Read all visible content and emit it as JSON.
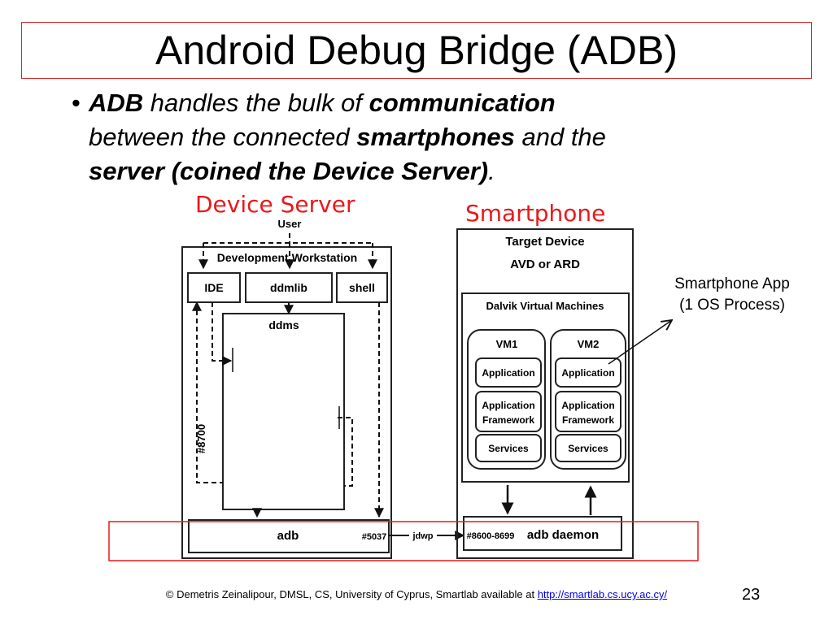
{
  "slide": {
    "title": "Android Debug Bridge (ADB)",
    "bullet_marker": "•",
    "bullet": {
      "p1": "ADB",
      "p2": " handles the bulk of ",
      "p3": "communication",
      "p4": " between the connected ",
      "p5": "smartphones",
      "p6": " and the ",
      "p7": "server (coined the Device Server)",
      "p8": "."
    },
    "page_number": "23"
  },
  "diagram": {
    "device_server_label": "Device Server",
    "smartphone_label": "Smartphone",
    "annotation_line1": "Smartphone App",
    "annotation_line2": "(1 OS Process)",
    "user": "User",
    "dev_workstation": "Development  Workstation",
    "ide": "IDE",
    "ddmlib": "ddmlib",
    "shell": "shell",
    "ddms": "ddms",
    "port_8700": "#8700",
    "adb": "adb",
    "port_5037": "#5037",
    "jdwp": "jdwp",
    "port_range": "#8600-8699",
    "adb_daemon": "adb daemon",
    "target_device_line1": "Target Device",
    "target_device_line2": "AVD  or ARD",
    "dalvik": "Dalvik Virtual Machines",
    "vm1": "VM1",
    "vm2": "VM2",
    "application": "Application",
    "application_framework_line1": "Application",
    "application_framework_line2": "Framework",
    "services": "Services"
  },
  "footer": {
    "text": "© Demetris Zeinalipour, DMSL, CS, University of Cyprus, Smartlab available at ",
    "link": "http://smartlab.cs.ucy.ac.cy/"
  },
  "colors": {
    "accent_red": "#e8191c",
    "frame_red": "#d42a2a",
    "link_blue": "#0000ee"
  }
}
